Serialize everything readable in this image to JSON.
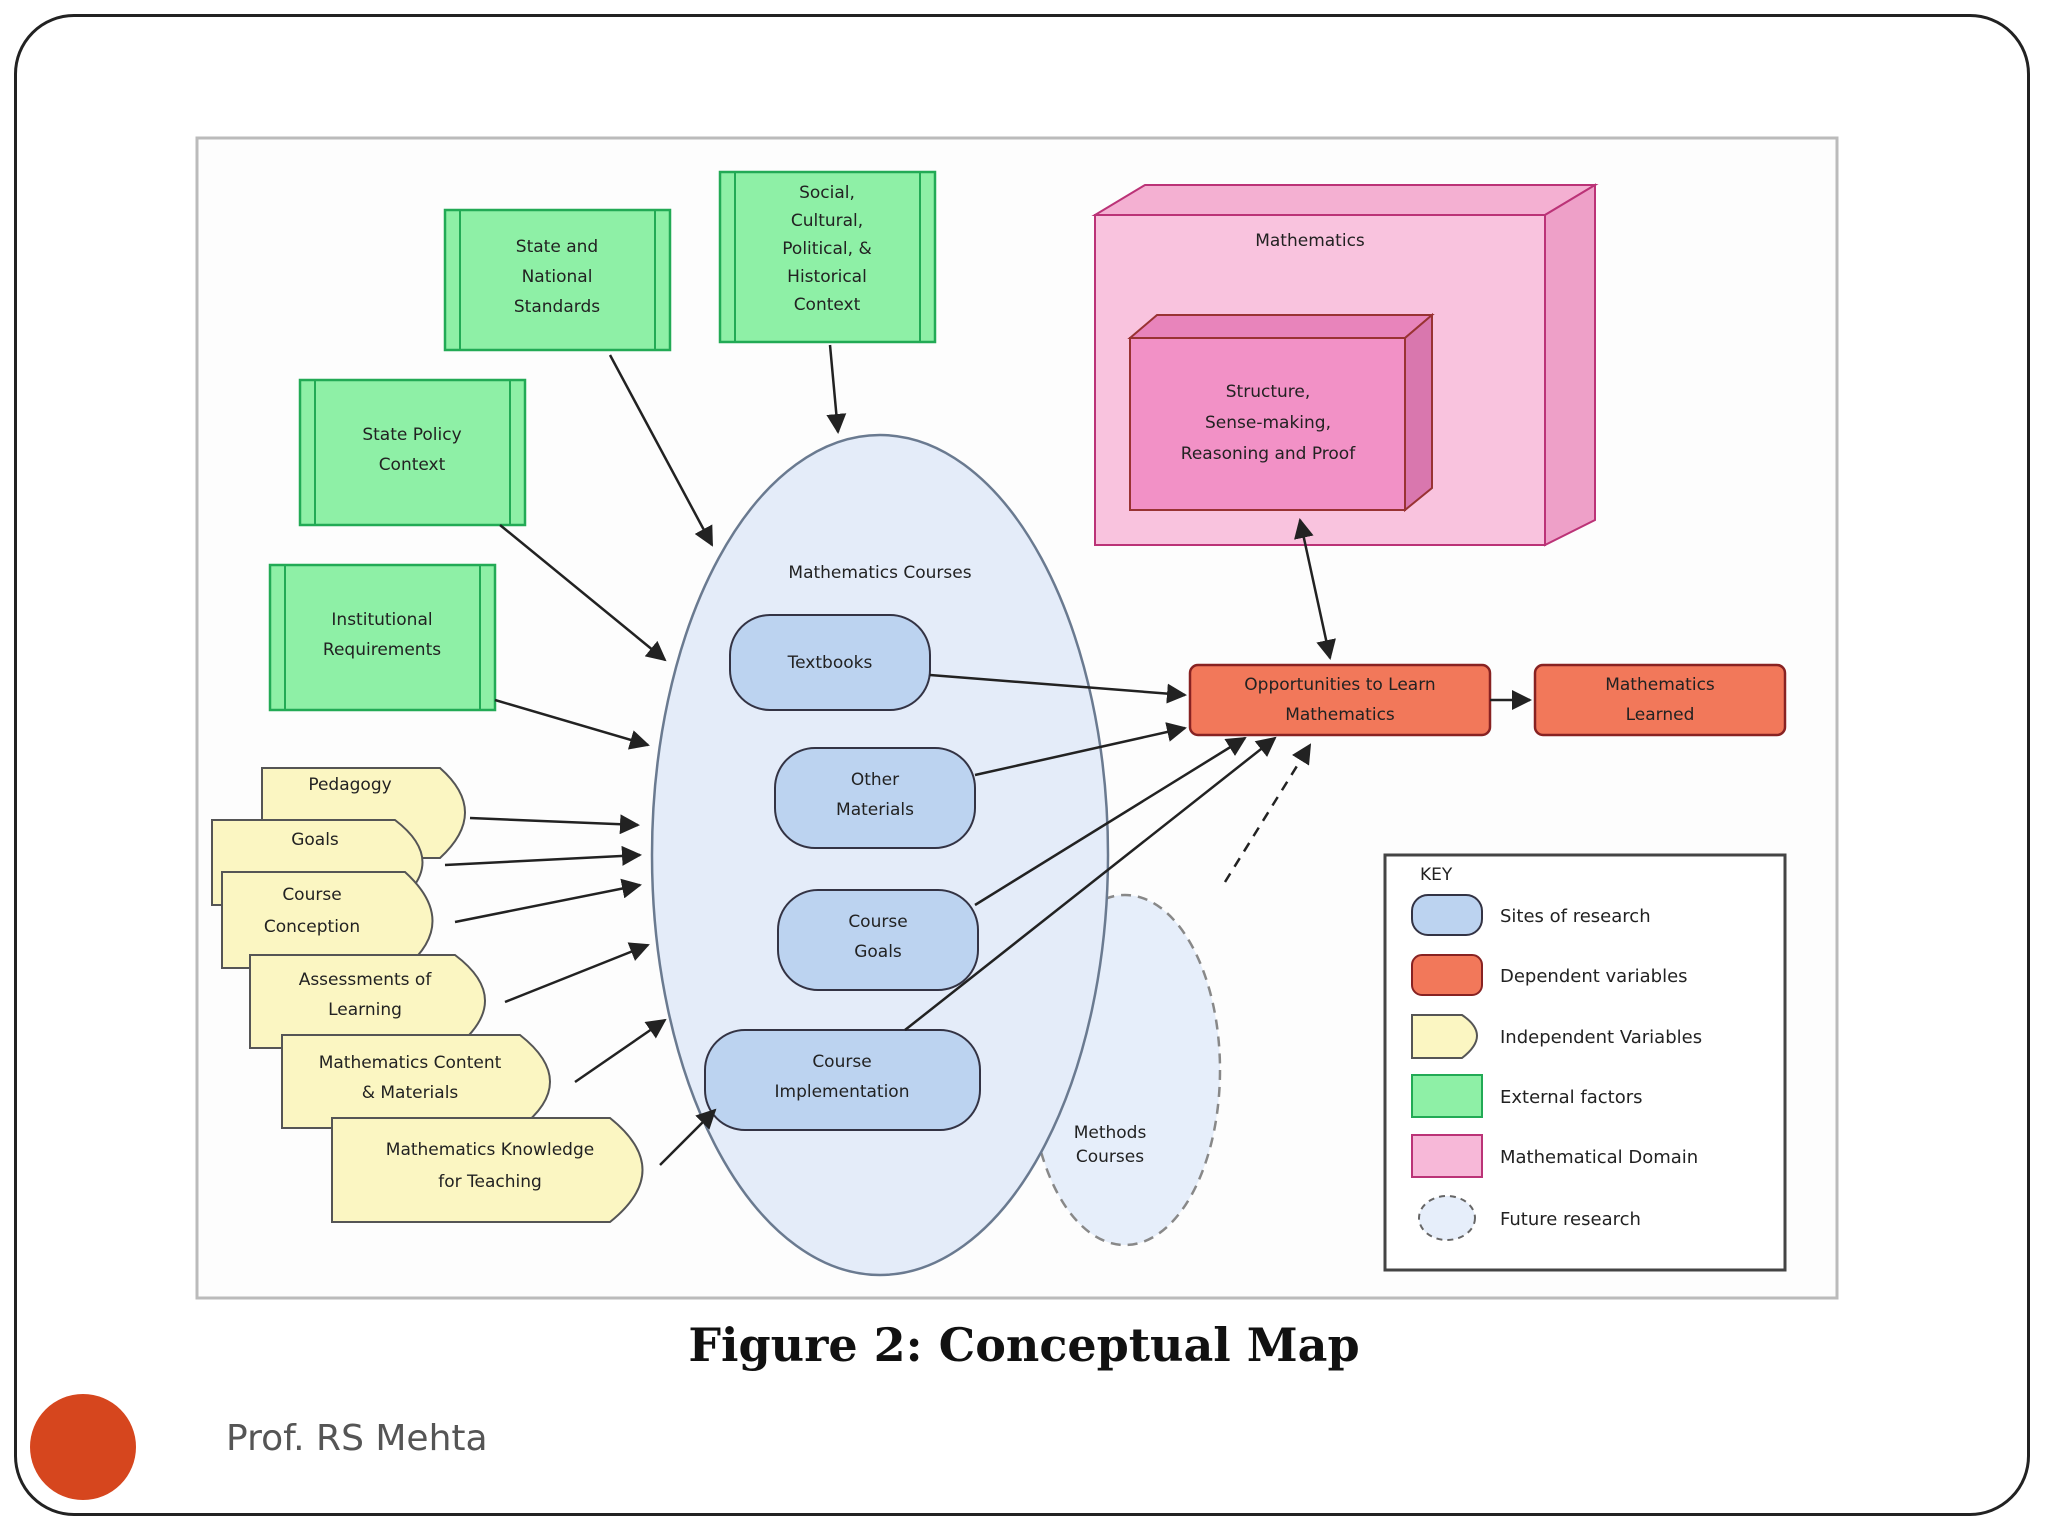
{
  "diagram": {
    "caption": "Figure 2: Conceptual Map",
    "external_factors": [
      {
        "id": "ext1",
        "lines": [
          "State and",
          "National",
          "Standards"
        ]
      },
      {
        "id": "ext2",
        "lines": [
          "Social,",
          "Cultural,",
          "Political, &",
          "Historical",
          "Context"
        ]
      },
      {
        "id": "ext3",
        "lines": [
          "State Policy",
          "Context"
        ]
      },
      {
        "id": "ext4",
        "lines": [
          "Institutional",
          "Requirements"
        ]
      }
    ],
    "independent_variables": [
      {
        "id": "iv1",
        "lines": [
          "Pedagogy"
        ]
      },
      {
        "id": "iv2",
        "lines": [
          "Goals"
        ]
      },
      {
        "id": "iv3",
        "lines": [
          "Course",
          "Conception"
        ]
      },
      {
        "id": "iv4",
        "lines": [
          "Assessments of",
          "Learning"
        ]
      },
      {
        "id": "iv5",
        "lines": [
          "Mathematics Content",
          "& Materials"
        ]
      },
      {
        "id": "iv6",
        "lines": [
          "Mathematics Knowledge",
          "for Teaching"
        ]
      }
    ],
    "courses_region_label": "Mathematics Courses",
    "course_items": [
      {
        "id": "c1",
        "lines": [
          "Textbooks"
        ]
      },
      {
        "id": "c2",
        "lines": [
          "Other",
          "Materials"
        ]
      },
      {
        "id": "c3",
        "lines": [
          "Course",
          "Goals"
        ]
      },
      {
        "id": "c4",
        "lines": [
          "Course",
          "Implementation"
        ]
      }
    ],
    "future_region_lines": [
      "Methods",
      "Courses"
    ],
    "math_box_label": "Mathematics",
    "math_inner_lines": [
      "Structure,",
      "Sense-making,",
      "Reasoning and Proof"
    ],
    "dependent_variables": [
      {
        "id": "dv1",
        "lines": [
          "Opportunities to Learn",
          "Mathematics"
        ]
      },
      {
        "id": "dv2",
        "lines": [
          "Mathematics",
          "Learned"
        ]
      }
    ],
    "legend": {
      "title": "KEY",
      "items": [
        {
          "label": "Sites of research",
          "color": "#bcd3f0",
          "shape": "rounded"
        },
        {
          "label": "Dependent variables",
          "color": "#f2785a",
          "shape": "rounded"
        },
        {
          "label": "Independent Variables",
          "color": "#fbf6c2",
          "shape": "doc"
        },
        {
          "label": "External factors",
          "color": "#8ef0a6",
          "shape": "rect"
        },
        {
          "label": "Mathematical Domain",
          "color": "#f7b8d8",
          "shape": "rect"
        },
        {
          "label": "Future research",
          "color": "#e6eefa",
          "shape": "dashed"
        }
      ]
    },
    "colors": {
      "external": "#8ef0a6",
      "independent": "#fbf6c2",
      "site": "#bcd3f0",
      "region": "#e4ecf9",
      "dependent": "#f2785a",
      "math_outer": "#f9c3de",
      "math_inner": "#f291c6"
    }
  },
  "footer": {
    "author": "Prof. RS Mehta",
    "bullet_color": "#d6461e"
  }
}
